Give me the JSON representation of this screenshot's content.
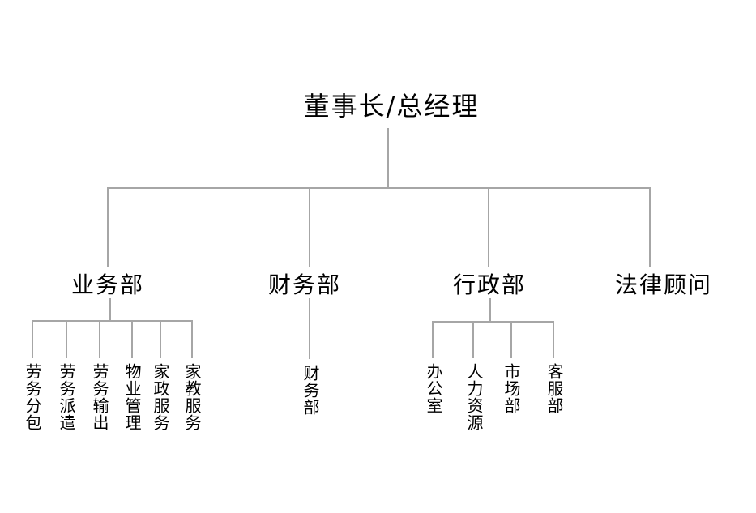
{
  "chart": {
    "type": "org-chart",
    "title": "董事长/总经理",
    "departments": [
      {
        "label": "业务部",
        "children": [
          "劳务分包",
          "劳务派遣",
          "劳务输出",
          "物业管理",
          "家政服务",
          "家教服务"
        ]
      },
      {
        "label": "财务部",
        "children": [
          "财务部"
        ]
      },
      {
        "label": "行政部",
        "children": [
          "办公室",
          "人力资源",
          "市场部",
          "客服部"
        ]
      },
      {
        "label": "法律顾问",
        "children": []
      }
    ],
    "colors": {
      "line": "#a6a6a6",
      "text": "#000000",
      "background": "#ffffff"
    }
  }
}
